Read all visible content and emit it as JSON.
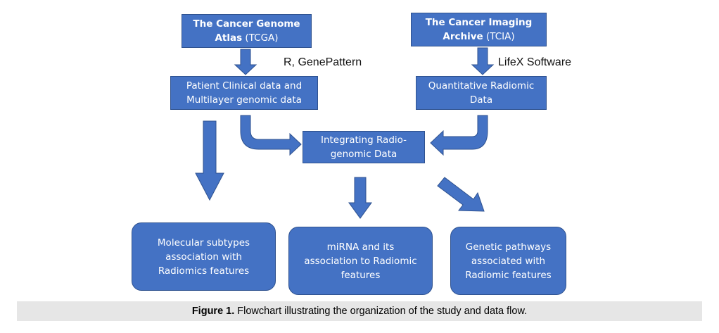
{
  "nodes": {
    "tcga": {
      "line1": "The Cancer Genome",
      "line2_bold": "Atlas",
      "line2_rest": " (TCGA)"
    },
    "tcia": {
      "line1": "The Cancer Imaging",
      "line2_bold": "Archive",
      "line2_rest": " (TCIA)"
    },
    "clinical": {
      "line1": "Patient Clinical data and",
      "line2": "Multilayer genomic data"
    },
    "radiomic": {
      "line1": "Quantitative Radiomic",
      "line2": "Data"
    },
    "integrating": {
      "line1": "Integrating Radio-",
      "line2": "genomic Data"
    },
    "molecular": {
      "line1": "Molecular subtypes",
      "line2": "association with",
      "line3": "Radiomics features"
    },
    "mirna": {
      "line1": "miRNA and its",
      "line2": "association to Radiomic",
      "line3": "features"
    },
    "genetic": {
      "line1": "Genetic pathways",
      "line2": "associated with",
      "line3": "Radiomic features"
    }
  },
  "tools": {
    "left": "R, GenePattern",
    "right": "LifeX Software"
  },
  "caption": {
    "label": "Figure 1.",
    "text": "Flowchart illustrating the organization of the study and data flow."
  },
  "colors": {
    "box_fill": "#4472C4",
    "box_border": "#2F528F",
    "caption_bg": "#E6E6E6"
  }
}
